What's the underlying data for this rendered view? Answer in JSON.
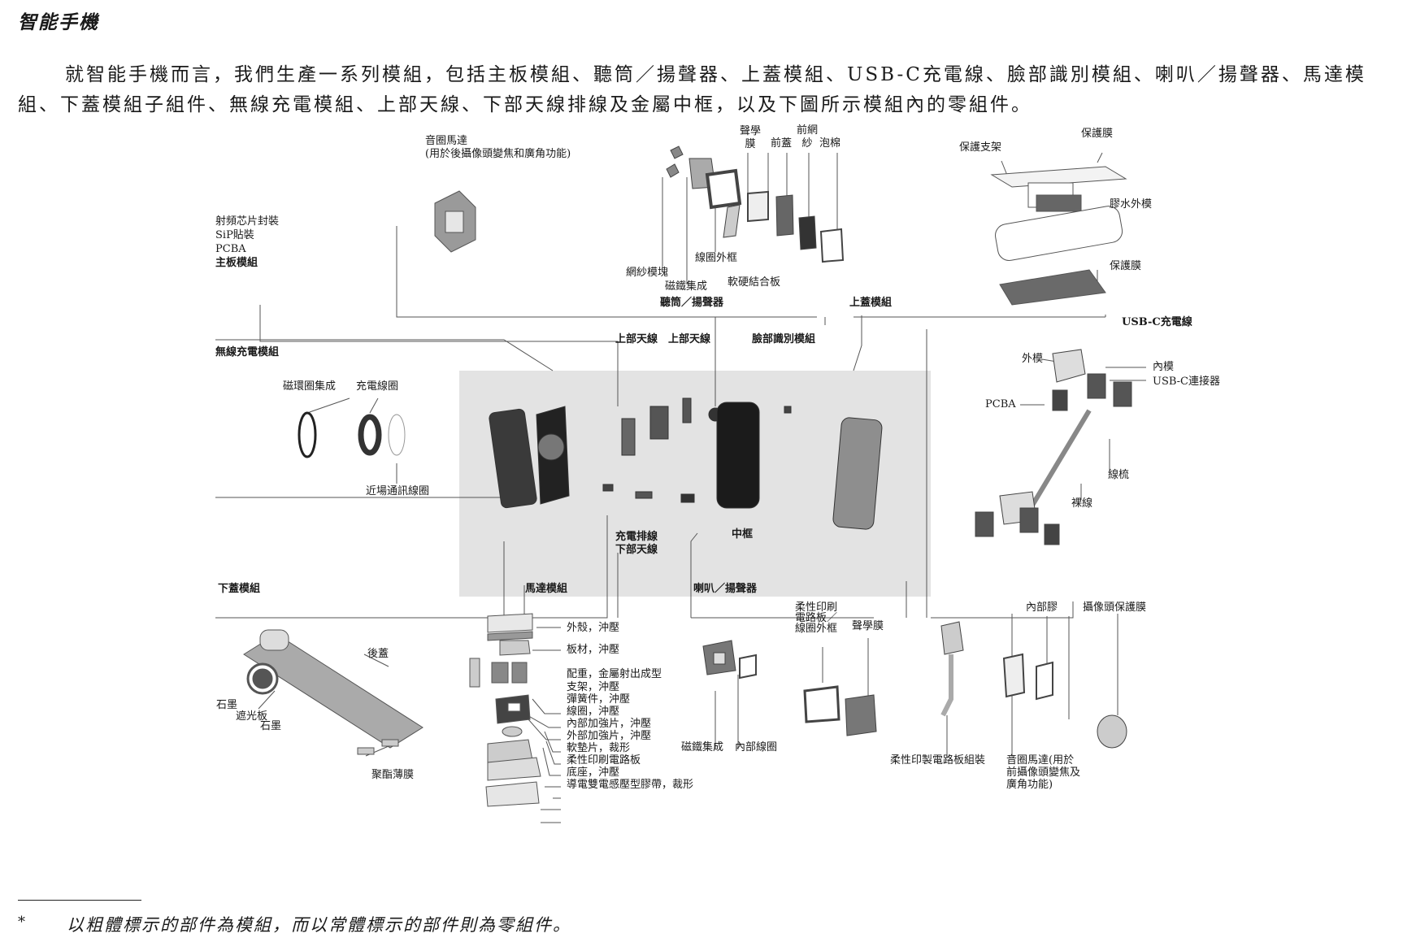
{
  "header": {
    "title": "智能手機"
  },
  "intro": "就智能手機而言，我們生產一系列模組，包括主板模組、聽筒／揚聲器、上蓋模組、USB-C充電線、臉部識別模組、喇叭／揚聲器、馬達模組、下蓋模組子組件、無線充電模組、上部天線、下部天線排線及金屬中框，以及下圖所示模組內的零組件。",
  "figure": {
    "mainboard": {
      "l1": "射頻芯片封裝",
      "l2": "SiP貼裝",
      "l3": "PCBA",
      "title": "主板模組"
    },
    "voice_coil_top": {
      "l1": "音圈馬達",
      "l2": "(用於後攝像頭變焦和廣角功能)"
    },
    "receiver": {
      "title": "聽筒／揚聲器",
      "acoustic_membrane": "聲學\n膜",
      "front_cover": "前蓋",
      "front_mesh": "前網\n紗",
      "foam": "泡棉",
      "mesh_block": "網紗模塊",
      "coil_frame": "線圈外框",
      "magnet": "磁鐵集成",
      "rigid_flex": "軟硬結合板"
    },
    "top_cover": {
      "title": "上蓋模組",
      "bracket": "保護支架",
      "film1": "保護膜",
      "glue_mold": "膠水外模",
      "film2": "保護膜"
    },
    "usbc": {
      "title": "USB-C充電線",
      "outer_mold": "外模",
      "inner_mold": "內模",
      "connector": "USB-C連接器",
      "pcba": "PCBA",
      "comb": "線梳",
      "bare_wire": "裸線"
    },
    "wireless": {
      "title": "無線充電模組",
      "ferrite": "磁環圈集成",
      "charge_coil": "充電線圈",
      "nfc": "近場通訊線圈"
    },
    "center": {
      "upper_antenna1": "上部天線",
      "upper_antenna2": "上部天線",
      "face_id": "臉部識別模組",
      "charge_flex": "充電排線",
      "lower_antenna": "下部天線",
      "mid_frame": "中框"
    },
    "bottom_cover": {
      "title": "下蓋模組",
      "back_cover": "後蓋",
      "graphite1": "石墨",
      "light_shield": "遮光板",
      "graphite2": "石墨",
      "polyester": "聚酯薄膜"
    },
    "motor": {
      "title": "馬達模組",
      "items": [
        "外殼，沖壓",
        "板材，沖壓",
        "配重，金屬射出成型",
        "支架，沖壓",
        "彈簧件，沖壓",
        "線圈，沖壓",
        "內部加強片，沖壓",
        "外部加強片，沖壓",
        "軟墊片，裁形",
        "柔性印刷電路板",
        "底座，沖壓",
        "導電雙電感壓型膠帶，裁形"
      ]
    },
    "speaker": {
      "title": "喇叭／揚聲器",
      "magnet": "磁鐵集成",
      "inner_coil": "內部線圈",
      "fpc_frame": "柔性印刷\n電路板／\n線圈外框",
      "membrane": "聲學膜"
    },
    "camera": {
      "inner_glue": "內部膠",
      "lens_film": "攝像頭保護膜",
      "fpc_assembly": "柔性印製電路板組裝",
      "vcm": "音圈馬達(用於\n前攝像頭變焦及\n廣角功能)"
    }
  },
  "footnote": {
    "mark": "*",
    "text": "以粗體標示的部件為模組，而以常體標示的部件則為零組件。"
  }
}
